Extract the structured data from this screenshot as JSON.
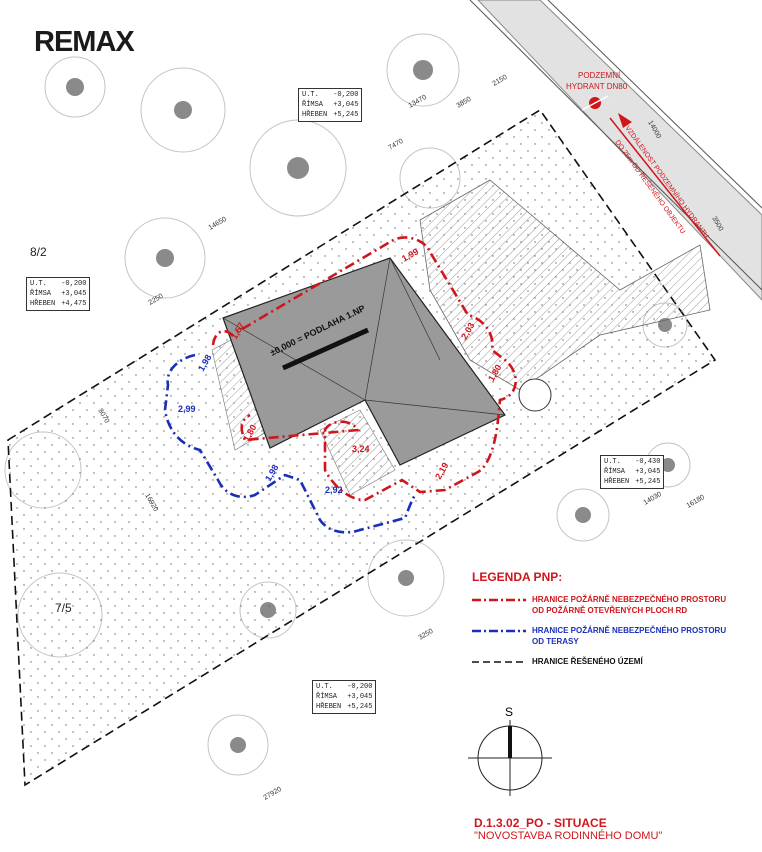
{
  "brand": {
    "logo_text": "REMAX"
  },
  "hydrant": {
    "label_1": "PODZEMNÍ",
    "label_2": "HYDRANT DN80",
    "distance_1": "VZDÁLENOST PODZEMNÍHO HYDRANTU",
    "distance_2": "DO 25m OD ŘEŠENÉHO OBJEKTU"
  },
  "parcels": {
    "north": "8/2",
    "south": "7/5"
  },
  "building": {
    "label": "±0,000 = PODLAHA 1.NP"
  },
  "stats": {
    "top": {
      "ut_label": "U.T.",
      "ut_value": "-0,200",
      "rimsa_label": "ŘÍMSA",
      "rimsa_value": "+3,045",
      "hreben_label": "HŘEBEN",
      "hreben_value": "+5,245"
    },
    "left": {
      "ut_label": "U.T.",
      "ut_value": "-0,200",
      "rimsa_label": "ŘÍMSA",
      "rimsa_value": "+3,045",
      "hreben_label": "HŘEBEN",
      "hreben_value": "+4,475"
    },
    "right": {
      "ut_label": "U.T.",
      "ut_value": "-0,430",
      "rimsa_label": "ŘÍMSA",
      "rimsa_value": "+3,045",
      "hreben_label": "HŘEBEN",
      "hreben_value": "+5,245"
    },
    "bottom": {
      "ut_label": "U.T.",
      "ut_value": "-0,200",
      "rimsa_label": "ŘÍMSA",
      "rimsa_value": "+3,045",
      "hreben_label": "HŘEBEN",
      "hreben_value": "+5,245"
    }
  },
  "dimensions": {
    "d13470": "13470",
    "d3850": "3850",
    "d2150": "2150",
    "d14000": "14000",
    "d7470": "7470",
    "d14650": "14650",
    "d2250": "2250",
    "d3070": "3070",
    "d16920": "16920",
    "d14030": "14030",
    "d16180": "16180",
    "d3250": "3250",
    "d27920": "27920",
    "d3500": "3500"
  },
  "fire_distances": {
    "red": [
      "1,99",
      "1,57",
      "2,03",
      "1,80",
      "1,80",
      "3,24",
      "2,19"
    ],
    "blue": [
      "1,98",
      "2,99",
      "1,98",
      "2,92"
    ]
  },
  "legend": {
    "title": "LEGENDA PNP:",
    "red_line_1": "HRANICE POŽÁRNĚ NEBEZPEČNÉHO PROSTORU",
    "red_line_2": "OD POŽÁRNĚ OTEVŘENÝCH PLOCH RD",
    "blue_line_1": "HRANICE POŽÁRNĚ NEBEZPEČNÉHO PROSTORU",
    "blue_line_2": "OD TERASY",
    "black_line": "HRANICE ŘEŠENÉHO ÚZEMÍ"
  },
  "north_arrow": {
    "label": "S"
  },
  "title_block": {
    "code": "D.1.3.02_PO - SITUACE",
    "subtitle": "\"NOVOSTAVBA RODINNÉHO DOMU\""
  },
  "colors": {
    "red": "#d0161b",
    "blue": "#1a2fb8",
    "building": "#9a9a9a",
    "paving": "#c8c8c8"
  }
}
